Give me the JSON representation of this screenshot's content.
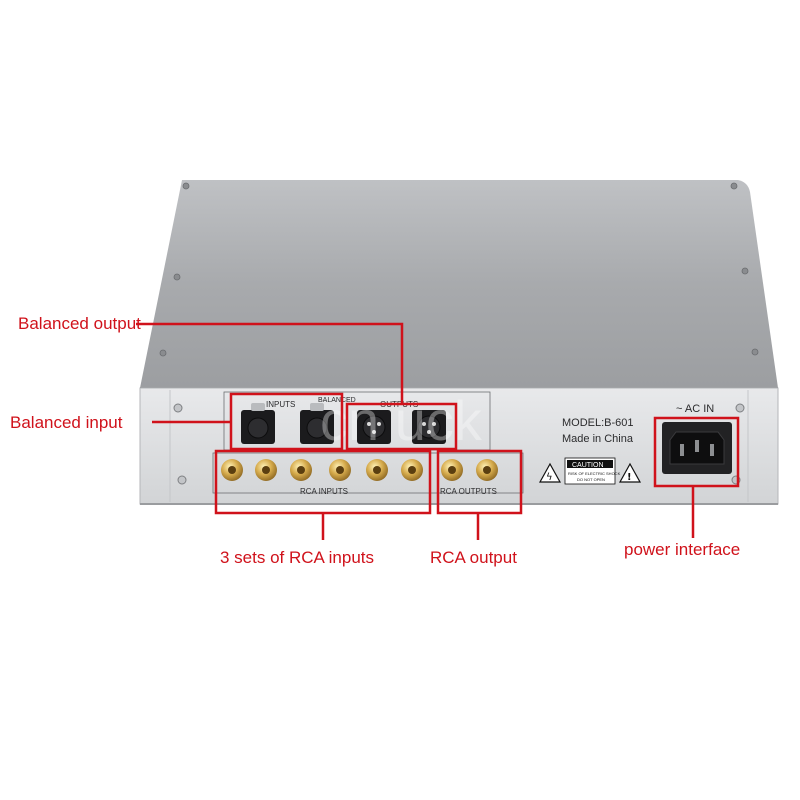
{
  "colors": {
    "callout": "#d0121b",
    "panel": "#dfe0e2",
    "chassis_top": "#a9abae",
    "gold": "#c9a24a"
  },
  "panel": {
    "inputs_label": "INPUTS",
    "balanced_label": "BALANCED",
    "outputs_label": "OUTPUTS",
    "rca_inputs_label": "RCA  INPUTS",
    "rca_outputs_label": "RCA  OUTPUTS",
    "model": "MODEL:B-601",
    "made_in": "Made in China",
    "caution": "CAUTION",
    "caution_sub1": "RISK OF ELECTRIC SHOCK",
    "caution_sub2": "DO NOT OPEN",
    "ac_in": "~ AC IN"
  },
  "callouts": {
    "balanced_output": "Balanced output",
    "balanced_input": "Balanced input",
    "rca_inputs": "3 sets of RCA inputs",
    "rca_output": "RCA output",
    "power_interface": "power interface"
  }
}
